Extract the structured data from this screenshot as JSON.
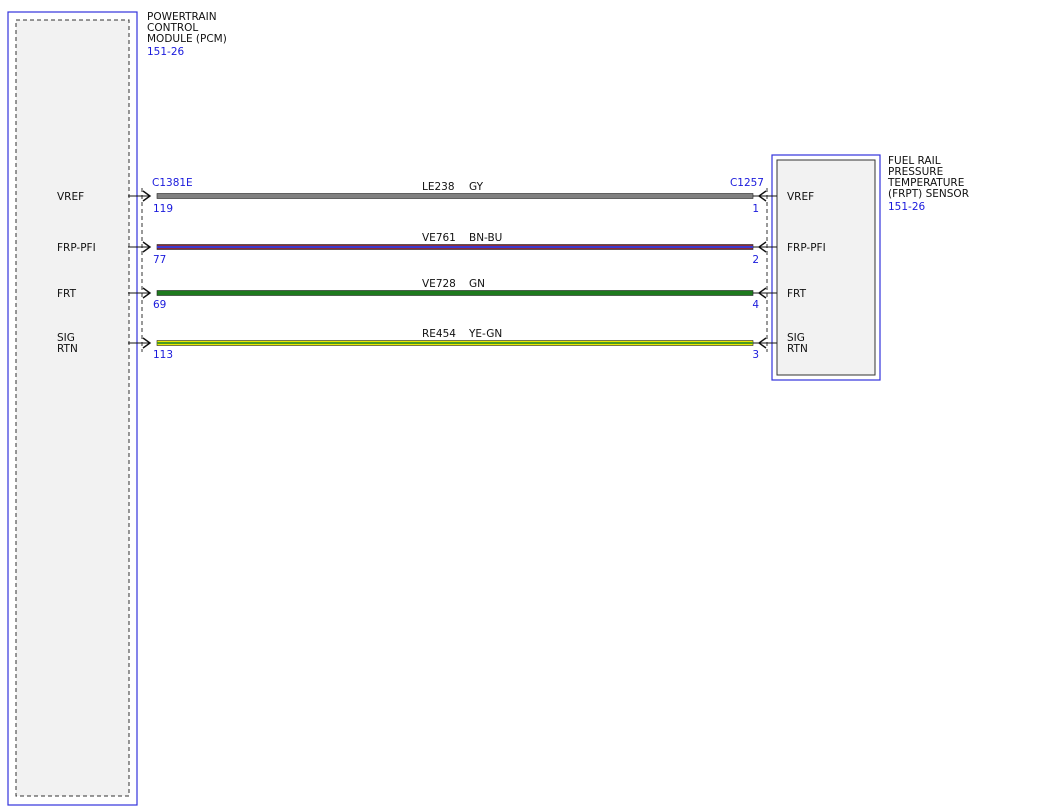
{
  "pcm": {
    "title_lines": [
      "POWERTRAIN",
      "CONTROL",
      "MODULE (PCM)"
    ],
    "ref": "151-26",
    "connector": "C1381E",
    "pin_labels": [
      [
        "VREF"
      ],
      [
        "FRP-PFI"
      ],
      [
        "FRT"
      ],
      [
        "SIG",
        "RTN"
      ]
    ],
    "pins": [
      "119",
      "77",
      "69",
      "113"
    ]
  },
  "sensor": {
    "title_lines": [
      "FUEL RAIL",
      "PRESSURE",
      "TEMPERATURE",
      "(FRPT) SENSOR"
    ],
    "ref": "151-26",
    "connector": "C1257",
    "pin_labels": [
      [
        "VREF"
      ],
      [
        "FRP-PFI"
      ],
      [
        "FRT"
      ],
      [
        "SIG",
        "RTN"
      ]
    ],
    "pins": [
      "1",
      "2",
      "4",
      "3"
    ]
  },
  "wires": [
    {
      "circuit": "LE238",
      "color_code": "GY",
      "base": "#808080",
      "stripe": null
    },
    {
      "circuit": "VE761",
      "color_code": "BN-BU",
      "base": "#8b2a3a",
      "stripe": "#3a3ad0"
    },
    {
      "circuit": "VE728",
      "color_code": "GN",
      "base": "#1e7a1e",
      "stripe": null
    },
    {
      "circuit": "RE454",
      "color_code": "YE-GN",
      "base": "#e8e800",
      "stripe": "#4a9a20"
    }
  ],
  "colors": {
    "frame": "#3333dd",
    "link": "#1a1adc",
    "fill": "#f2f2f2"
  }
}
